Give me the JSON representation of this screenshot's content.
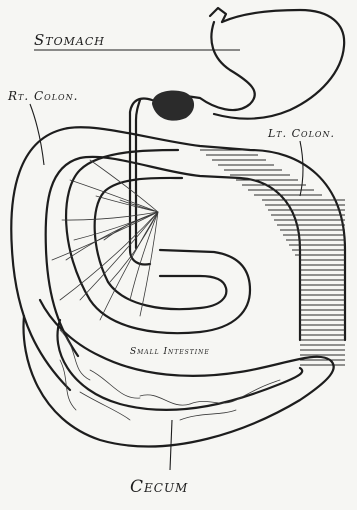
{
  "labels": {
    "stomach": "Stomach",
    "rt_colon": "Rt. Colon.",
    "lt_colon": "Lt. Colon.",
    "small_intestine": "Small Intestine",
    "cecum": "Cecum"
  },
  "colors": {
    "ink": "#1d1d1d",
    "paper": "#f6f6f3"
  }
}
